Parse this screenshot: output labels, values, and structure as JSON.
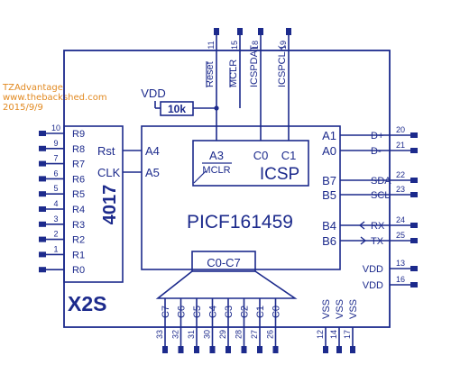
{
  "watermark": {
    "line1": "TZAdvantage",
    "line2": "www.thebackshed.com",
    "line3": "2015/9/9"
  },
  "colors": {
    "ink": "#1c2a8c",
    "watermark": "#e28a22"
  },
  "chip": {
    "name": "PICF161459",
    "label_x2s": "X2S",
    "counter": "4017"
  },
  "resistor": {
    "value": "10k",
    "supply": "VDD"
  },
  "icsp": {
    "title": "ICSP",
    "pin_a3": "A3",
    "pin_mclr": "MCLR",
    "pin_c0": "C0",
    "pin_c1": "C1"
  },
  "port_c_box": "C0-C7",
  "top_pins": [
    {
      "num": "11",
      "label": "Reset"
    },
    {
      "num": "15",
      "label": "MCLR"
    },
    {
      "num": "18",
      "label": "ICSPDAT"
    },
    {
      "num": "19",
      "label": "ICSPCLK"
    }
  ],
  "left_pins": [
    {
      "num": "10",
      "label": "R9"
    },
    {
      "num": "9",
      "label": "R8"
    },
    {
      "num": "7",
      "label": "R7"
    },
    {
      "num": "6",
      "label": "R6"
    },
    {
      "num": "5",
      "label": "R5"
    },
    {
      "num": "4",
      "label": "R4"
    },
    {
      "num": "3",
      "label": "R3"
    },
    {
      "num": "2",
      "label": "R2"
    },
    {
      "num": "1",
      "label": "R1"
    },
    {
      "num": "",
      "label": "R0"
    }
  ],
  "counter_signals": [
    {
      "label": "Rst",
      "port": "A4"
    },
    {
      "label": "CLK",
      "port": "A5"
    }
  ],
  "right_pins": [
    {
      "num": "20",
      "label": "D+",
      "port": "A1"
    },
    {
      "num": "21",
      "label": "D-",
      "port": "A0"
    },
    {
      "num": "22",
      "label": "SDA",
      "port": "B7"
    },
    {
      "num": "23",
      "label": "SCL",
      "port": "B5"
    },
    {
      "num": "24",
      "label": "RX",
      "port": "B4"
    },
    {
      "num": "25",
      "label": "TX",
      "port": "B6"
    },
    {
      "num": "13",
      "label": "VDD",
      "port": ""
    },
    {
      "num": "16",
      "label": "VDD",
      "port": ""
    }
  ],
  "bottom_c_pins": [
    {
      "num": "33",
      "label": "C7"
    },
    {
      "num": "32",
      "label": "C6"
    },
    {
      "num": "31",
      "label": "C5"
    },
    {
      "num": "30",
      "label": "C4"
    },
    {
      "num": "29",
      "label": "C3"
    },
    {
      "num": "28",
      "label": "C2"
    },
    {
      "num": "27",
      "label": "C1"
    },
    {
      "num": "26",
      "label": "C0"
    }
  ],
  "bottom_vss_pins": [
    {
      "num": "12",
      "label": "VSS"
    },
    {
      "num": "14",
      "label": "VSS"
    },
    {
      "num": "17",
      "label": "VSS"
    }
  ]
}
